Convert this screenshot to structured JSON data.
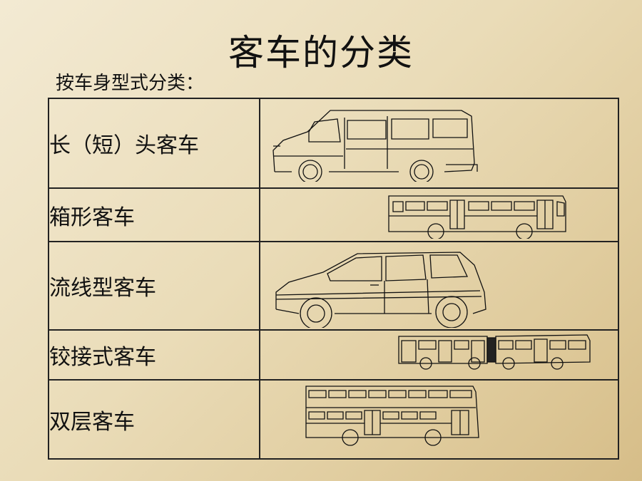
{
  "title": "客车的分类",
  "subtitle": "按车身型式分类：",
  "rows": [
    {
      "label": "长（短）头客车",
      "icon": "van-icon"
    },
    {
      "label": "箱形客车",
      "icon": "box-bus-icon"
    },
    {
      "label": "流线型客车",
      "icon": "minivan-icon"
    },
    {
      "label": "铰接式客车",
      "icon": "articulated-bus-icon"
    },
    {
      "label": "双层客车",
      "icon": "double-decker-bus-icon"
    }
  ]
}
